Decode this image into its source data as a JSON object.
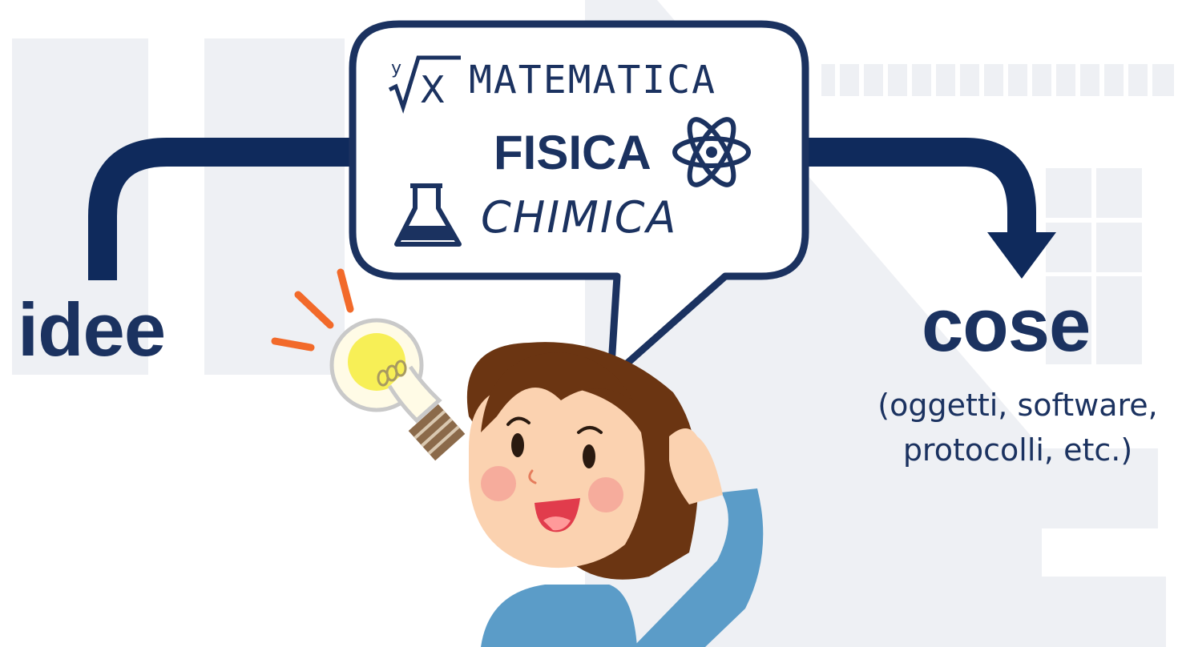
{
  "diagram": {
    "source_label": "idee",
    "target_label": "cose",
    "target_caption": [
      "(oggetti, software,",
      "protocolli, etc.)"
    ],
    "bubble_items": [
      {
        "label": "MATEMATICA",
        "icon": "root-icon"
      },
      {
        "label": "FISICA",
        "icon": "atom-icon"
      },
      {
        "label": "CHIMICA",
        "icon": "flask-icon"
      }
    ],
    "root_symbol": {
      "index": "y",
      "radicand": "X"
    }
  },
  "colors": {
    "navy": "#1b3260",
    "background_shapes": "#eef0f4",
    "ray_orange": "#f26a2a",
    "bulb_yellow": "#f6ec3c",
    "hair_brown": "#6b3512",
    "skin": "#fbd2b0",
    "shirt_blue": "#5b9cc8"
  }
}
